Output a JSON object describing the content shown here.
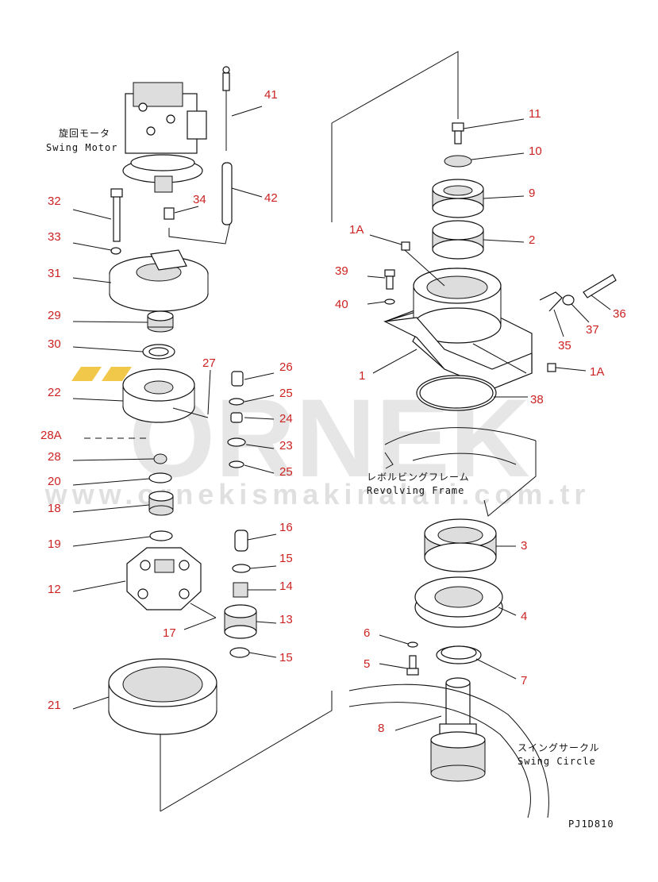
{
  "watermark": {
    "brand": "ÖRNEK",
    "url": "www.ornekismakinalari.com.tr",
    "accent_color": "#f2c84b",
    "gray_color": "#cccccc"
  },
  "labels": {
    "swing_motor_jp": "旋回モータ",
    "swing_motor_en": "Swing Motor",
    "revolving_frame_jp": "レボルビングフレーム",
    "revolving_frame_en": "Revolving Frame",
    "swing_circle_jp": "スイングサークル",
    "swing_circle_en": "Swing Circle",
    "drawing_code": "PJ1D810"
  },
  "left_parts": [
    "41",
    "42",
    "34",
    "32",
    "33",
    "31",
    "29",
    "30",
    "27",
    "26",
    "22",
    "25",
    "24",
    "28A",
    "23",
    "25",
    "28",
    "20",
    "18",
    "16",
    "19",
    "15",
    "14",
    "12",
    "13",
    "17",
    "15",
    "21"
  ],
  "right_parts": [
    "11",
    "10",
    "9",
    "2",
    "1A",
    "39",
    "40",
    "36",
    "37",
    "35",
    "1",
    "1A",
    "38",
    "3",
    "4",
    "6",
    "5",
    "7",
    "8"
  ]
}
